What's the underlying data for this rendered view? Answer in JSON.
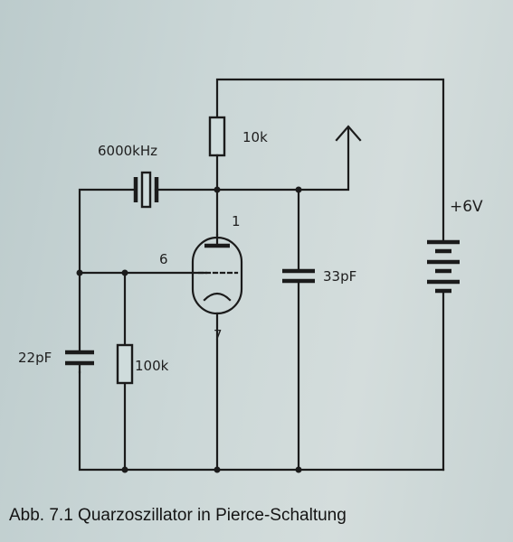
{
  "labels": {
    "crystal": "6000kHz",
    "r_anode": "10k",
    "supply": "+6V",
    "c_out": "33pF",
    "c_in": "22pF",
    "r_grid": "100k",
    "pin_anode": "1",
    "pin_grid": "6",
    "pin_cathode": "7"
  },
  "caption": "Abb. 7.1 Quarzoszillator in Pierce-Schaltung"
}
